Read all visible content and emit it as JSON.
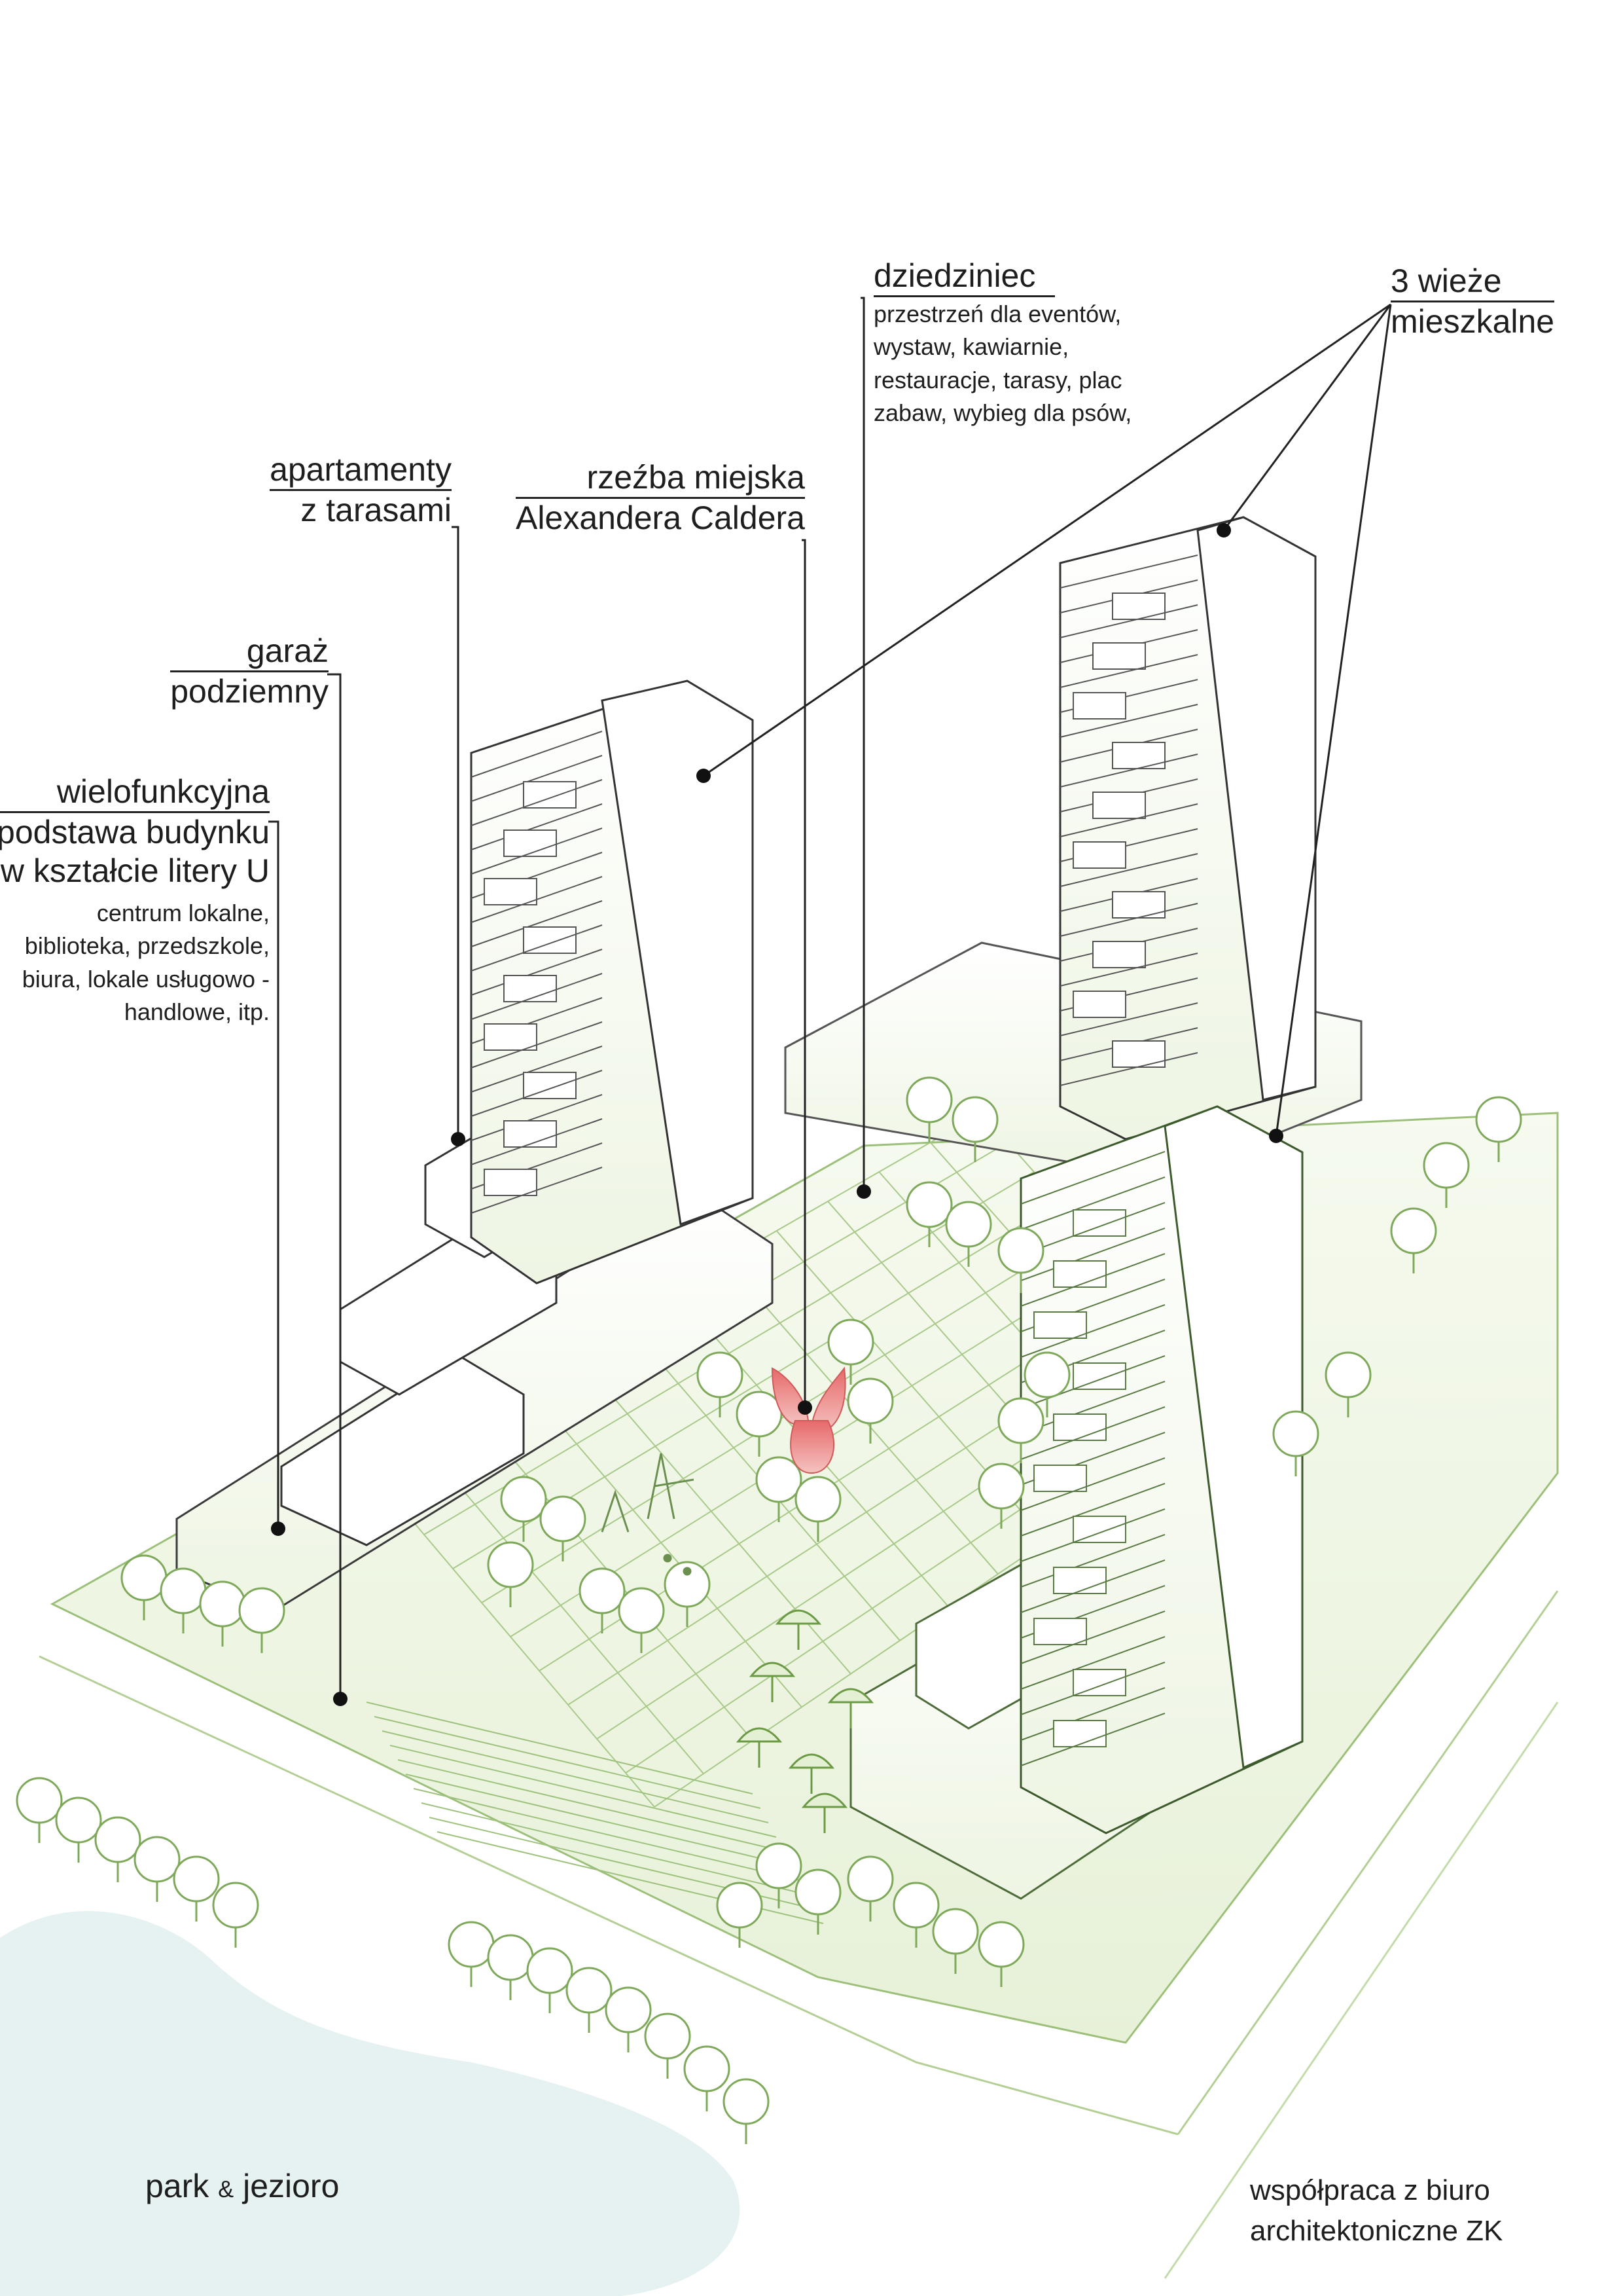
{
  "labels": {
    "podstawa": {
      "title": [
        "wielofunkcyjna",
        "podstawa budynku",
        "w kształcie litery U"
      ],
      "details": [
        "centrum lokalne,",
        "biblioteka, przedszkole,",
        "biura, lokale usługowo -",
        "handlowe, itp."
      ]
    },
    "garaz": {
      "lines": [
        "garaż",
        "podziemny"
      ]
    },
    "apartamenty": {
      "lines": [
        "apartamenty",
        "z tarasami"
      ]
    },
    "rzezba": {
      "lines": [
        "rzeźba miejska",
        "Alexandera Caldera"
      ]
    },
    "dziedziniec": {
      "title": "dziedziniec",
      "details": [
        "przestrzeń dla eventów,",
        "wystaw, kawiarnie,",
        "restauracje, tarasy, plac",
        "zabaw, wybieg dla psów,"
      ]
    },
    "wieze": {
      "lines": [
        "3 wieże",
        "mieszkalne"
      ]
    }
  },
  "footer": {
    "left_part1": "park",
    "left_amp": "&",
    "left_part2": "jezioro",
    "right_lines": [
      "współpraca z biuro",
      "architektoniczne ZK"
    ]
  },
  "colors": {
    "ink": "#1e1e1e",
    "green_line": "#8fb56a",
    "green_fill": "#eef5e2",
    "lake": "#e6f1f1",
    "sculpture": "#e06a6a"
  }
}
